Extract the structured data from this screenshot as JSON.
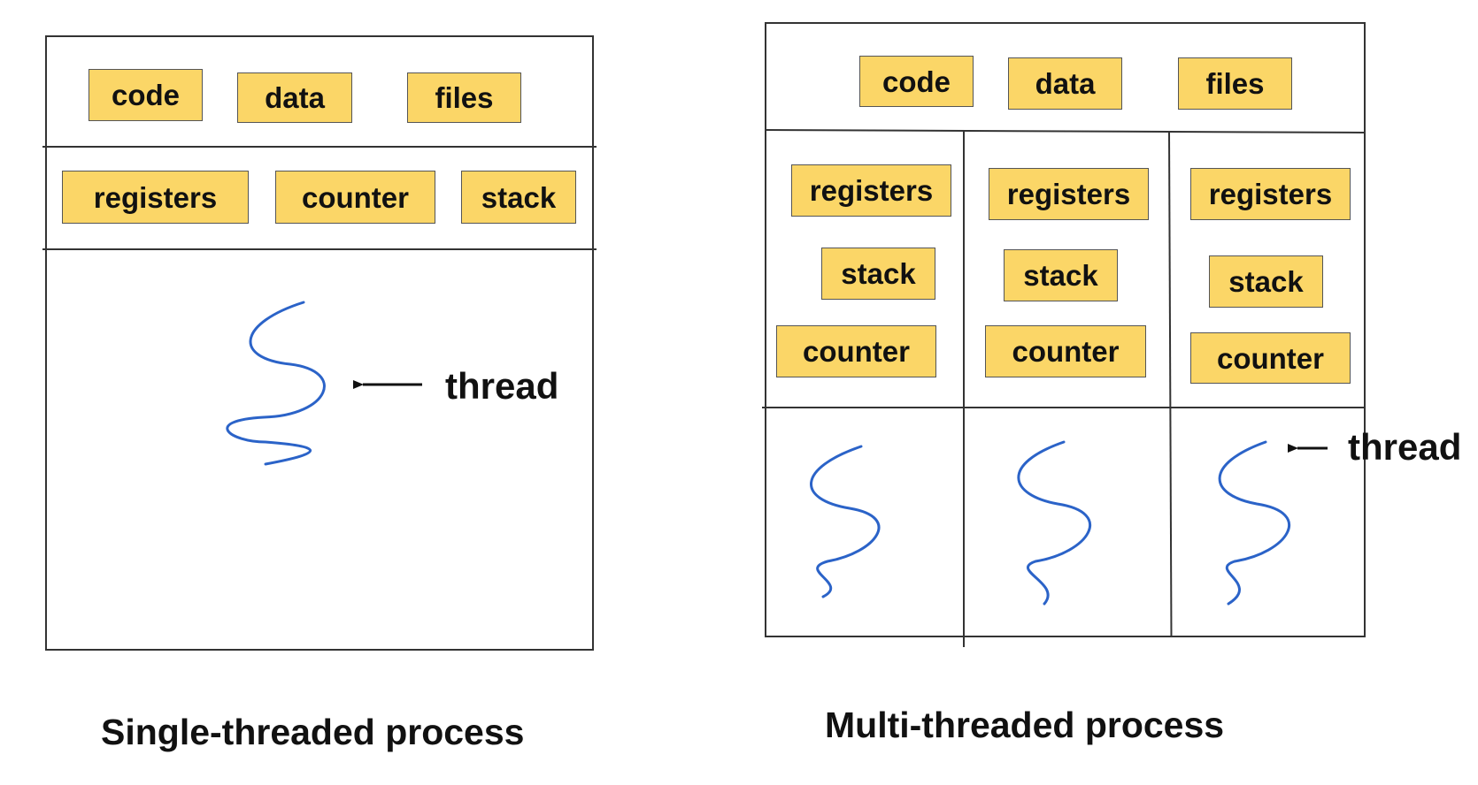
{
  "colors": {
    "box_fill": "#fbd667",
    "box_border": "#555555",
    "thread_stroke": "#2b63c8",
    "line": "#333333",
    "text": "#111111"
  },
  "single": {
    "code": "code",
    "data": "data",
    "files": "files",
    "registers": "registers",
    "counter": "counter",
    "stack": "stack",
    "thread_label": "thread",
    "caption": "Single-threaded process"
  },
  "multi": {
    "code": "code",
    "data": "data",
    "files": "files",
    "threads": [
      {
        "registers": "registers",
        "stack": "stack",
        "counter": "counter"
      },
      {
        "registers": "registers",
        "stack": "stack",
        "counter": "counter"
      },
      {
        "registers": "registers",
        "stack": "stack",
        "counter": "counter"
      }
    ],
    "thread_label": "thread",
    "caption": "Multi-threaded process"
  }
}
